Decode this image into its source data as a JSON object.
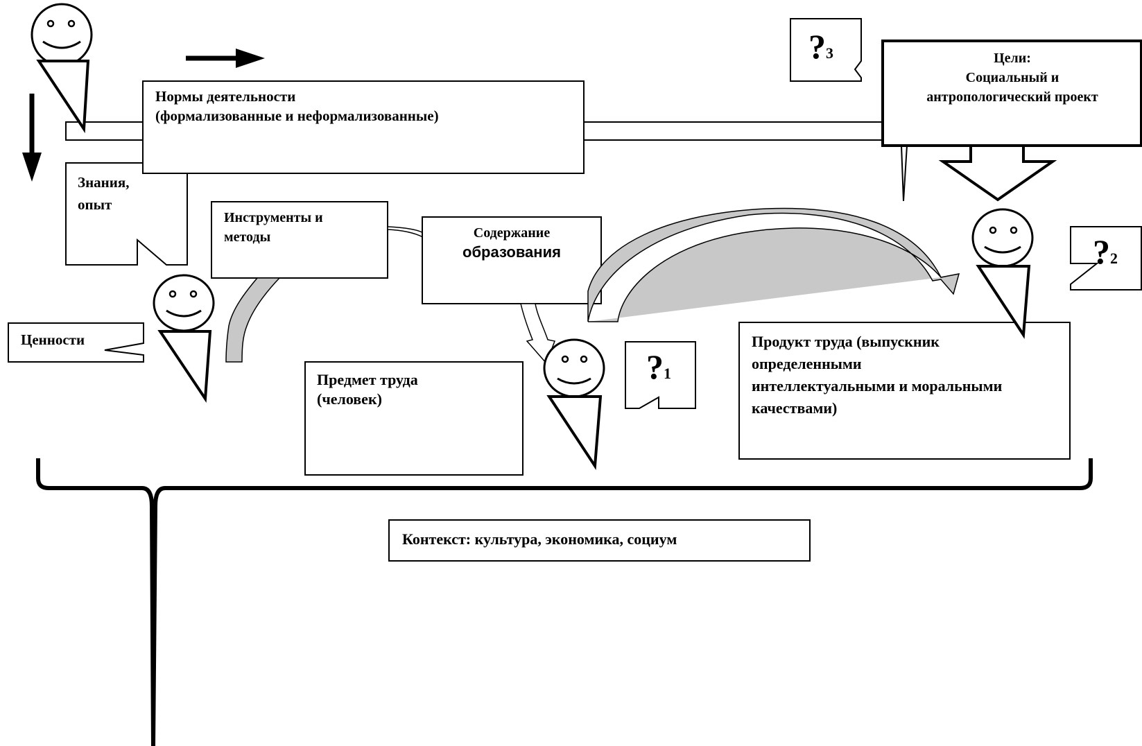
{
  "norms": {
    "line1": "Нормы деятельности",
    "line2": "(формализованные и неформализованные)"
  },
  "goals": {
    "line1": "Цели:",
    "line2": "Социальный и",
    "line3": "антропологический проект"
  },
  "knowledge": {
    "line1": "Знания,",
    "line2": "опыт"
  },
  "tools": {
    "line1": "Инструменты и",
    "line2": "методы"
  },
  "content": {
    "line1": "Содержание",
    "line2": "образования"
  },
  "values": {
    "label": "Ценности"
  },
  "subject": {
    "line1": "Предмет труда",
    "line2": "(человек)"
  },
  "product": {
    "line1": "Продукт труда (выпускник",
    "line2": "определенными",
    "line3": "интеллектуальными и моральными",
    "line4": "качествами)"
  },
  "context": {
    "label": "Контекст: культура, экономика, социум"
  },
  "questions": {
    "q1": {
      "mark": "?",
      "sub": "1"
    },
    "q2": {
      "mark": "?",
      "sub": "2"
    },
    "q3": {
      "mark": "?",
      "sub": "3"
    }
  }
}
